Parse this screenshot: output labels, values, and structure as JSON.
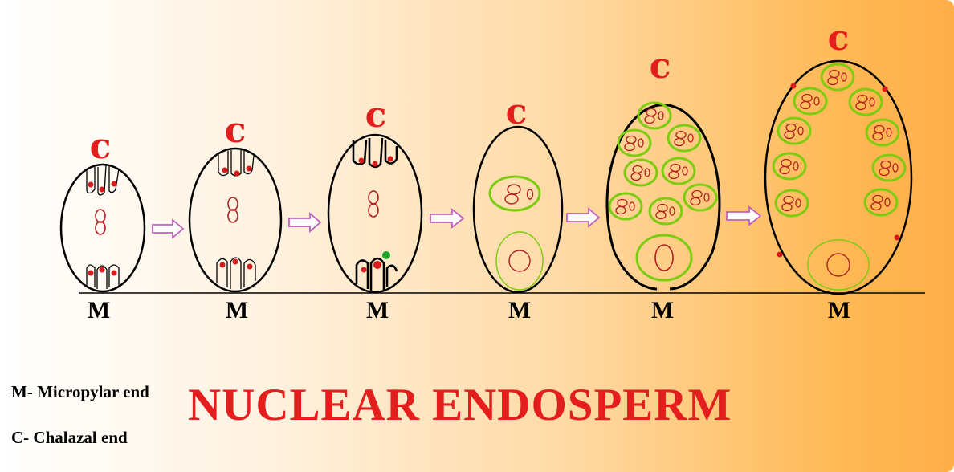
{
  "title": "NUCLEAR ENDOSPERM",
  "legend": {
    "micropylar": "M- Micropylar end",
    "chalazal": "C- Chalazal  end"
  },
  "stages": [
    {
      "top_label": "c",
      "bottom_label": "M"
    },
    {
      "top_label": "c",
      "bottom_label": "M"
    },
    {
      "top_label": "c",
      "bottom_label": "M"
    },
    {
      "top_label": "c",
      "bottom_label": "M"
    },
    {
      "top_label": "c",
      "bottom_label": "M"
    },
    {
      "top_label": "c",
      "bottom_label": "M"
    }
  ],
  "colors": {
    "label_red": "#e41d1d",
    "nucleus_red": "#d81b1b",
    "nucleus_outline": "#b02020",
    "free_nucleus_ring": "#7ccc10",
    "green_dot": "#1aa52a",
    "arrow": "#c060c0",
    "outline": "#000000"
  }
}
